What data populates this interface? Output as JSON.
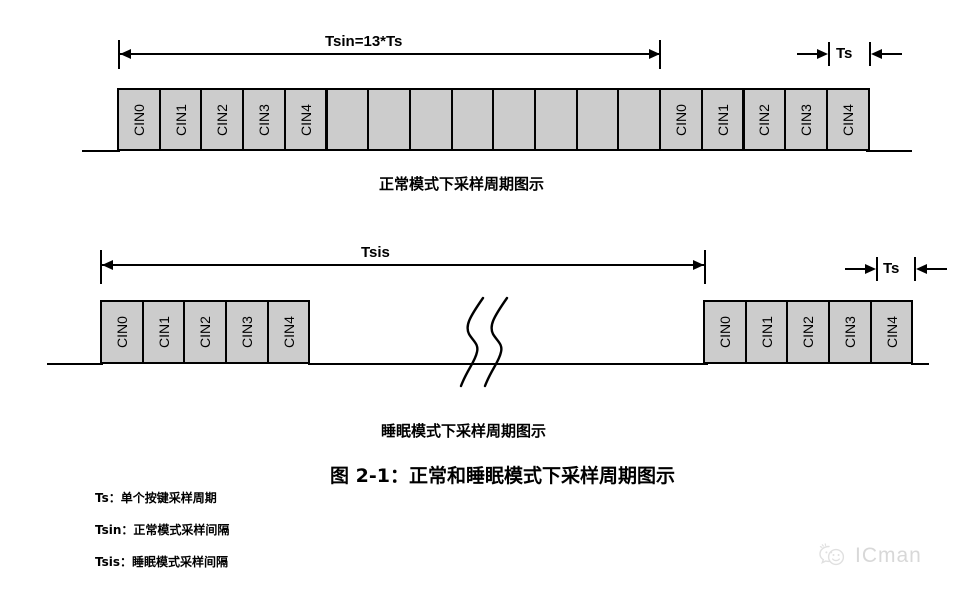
{
  "figure": {
    "title": "图 2-1：正常和睡眠模式下采样周期图示"
  },
  "normal_mode": {
    "caption": "正常模式下采样周期图示",
    "dimension_label": "Tsin=13*Ts",
    "unit_label": "Ts",
    "cells": [
      {
        "label": "CIN0"
      },
      {
        "label": "CIN1"
      },
      {
        "label": "CIN2"
      },
      {
        "label": "CIN3"
      },
      {
        "label": "CIN4"
      },
      {
        "label": ""
      },
      {
        "label": ""
      },
      {
        "label": ""
      },
      {
        "label": ""
      },
      {
        "label": ""
      },
      {
        "label": ""
      },
      {
        "label": ""
      },
      {
        "label": ""
      },
      {
        "label": "CIN0"
      },
      {
        "label": "CIN1"
      },
      {
        "label": "CIN2"
      },
      {
        "label": "CIN3"
      },
      {
        "label": "CIN4"
      }
    ]
  },
  "sleep_mode": {
    "caption": "睡眠模式下采样周期图示",
    "dimension_label": "Tsis",
    "unit_label": "Ts",
    "left_cells": [
      {
        "label": "CIN0"
      },
      {
        "label": "CIN1"
      },
      {
        "label": "CIN2"
      },
      {
        "label": "CIN3"
      },
      {
        "label": "CIN4"
      }
    ],
    "right_cells": [
      {
        "label": "CIN0"
      },
      {
        "label": "CIN1"
      },
      {
        "label": "CIN2"
      },
      {
        "label": "CIN3"
      },
      {
        "label": "CIN4"
      }
    ],
    "break_symbol": "zigzag-break"
  },
  "legend": [
    {
      "term": "Ts：单个按键采样周期"
    },
    {
      "term": "Tsin：正常模式采样间隔"
    },
    {
      "term": "Tsis：睡眠模式采样间隔"
    }
  ],
  "watermark": {
    "text": "ICman",
    "icon": "wechat-smiley-icon"
  },
  "colors": {
    "cell_fill": "#cccccc",
    "line": "#000000",
    "watermark_text": "#d8d8d8",
    "background": "#ffffff"
  }
}
